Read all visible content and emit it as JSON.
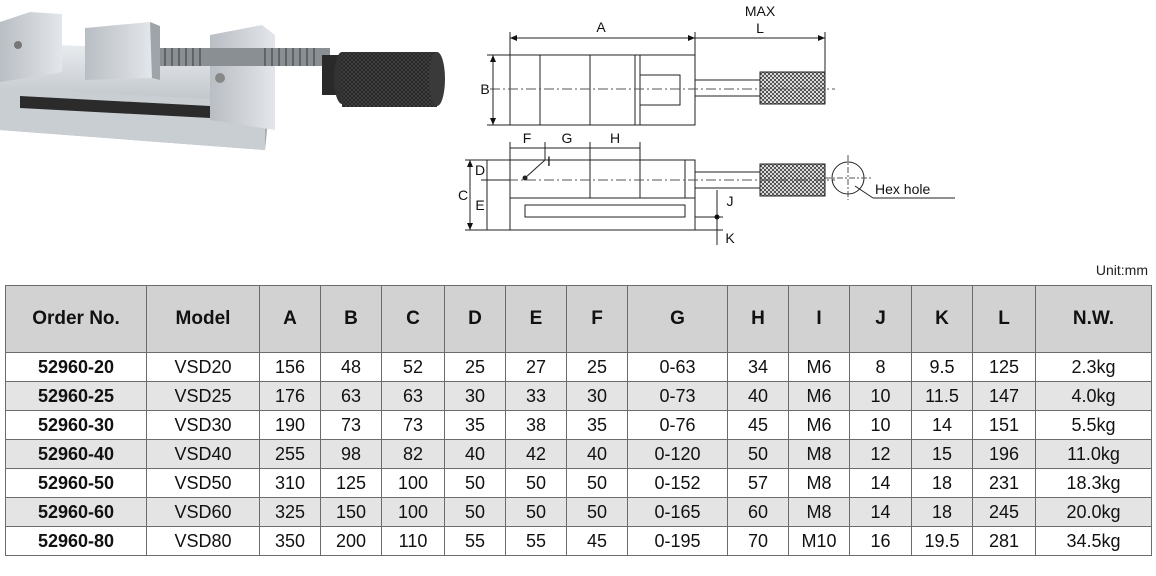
{
  "drawing": {
    "label_A": "A",
    "label_max": "MAX",
    "label_L": "L",
    "label_B": "B",
    "label_F": "F",
    "label_G": "G",
    "label_H": "H",
    "label_I": "I",
    "label_C": "C",
    "label_D": "D",
    "label_E": "E",
    "label_J": "J",
    "label_K": "K",
    "hex_hole": "Hex hole"
  },
  "unit_label": "Unit:mm",
  "table": {
    "headers": [
      "Order No.",
      "Model",
      "A",
      "B",
      "C",
      "D",
      "E",
      "F",
      "G",
      "H",
      "I",
      "J",
      "K",
      "L",
      "N.W."
    ],
    "rows": [
      [
        "52960-20",
        "VSD20",
        "156",
        "48",
        "52",
        "25",
        "27",
        "25",
        "0-63",
        "34",
        "M6",
        "8",
        "9.5",
        "125",
        "2.3kg"
      ],
      [
        "52960-25",
        "VSD25",
        "176",
        "63",
        "63",
        "30",
        "33",
        "30",
        "0-73",
        "40",
        "M6",
        "10",
        "11.5",
        "147",
        "4.0kg"
      ],
      [
        "52960-30",
        "VSD30",
        "190",
        "73",
        "73",
        "35",
        "38",
        "35",
        "0-76",
        "45",
        "M6",
        "10",
        "14",
        "151",
        "5.5kg"
      ],
      [
        "52960-40",
        "VSD40",
        "255",
        "98",
        "82",
        "40",
        "42",
        "40",
        "0-120",
        "50",
        "M8",
        "12",
        "15",
        "196",
        "11.0kg"
      ],
      [
        "52960-50",
        "VSD50",
        "310",
        "125",
        "100",
        "50",
        "50",
        "50",
        "0-152",
        "57",
        "M8",
        "14",
        "18",
        "231",
        "18.3kg"
      ],
      [
        "52960-60",
        "VSD60",
        "325",
        "150",
        "100",
        "50",
        "50",
        "50",
        "0-165",
        "60",
        "M8",
        "14",
        "18",
        "245",
        "20.0kg"
      ],
      [
        "52960-80",
        "VSD80",
        "350",
        "200",
        "110",
        "55",
        "55",
        "45",
        "0-195",
        "70",
        "M10",
        "16",
        "19.5",
        "281",
        "34.5kg"
      ]
    ]
  }
}
